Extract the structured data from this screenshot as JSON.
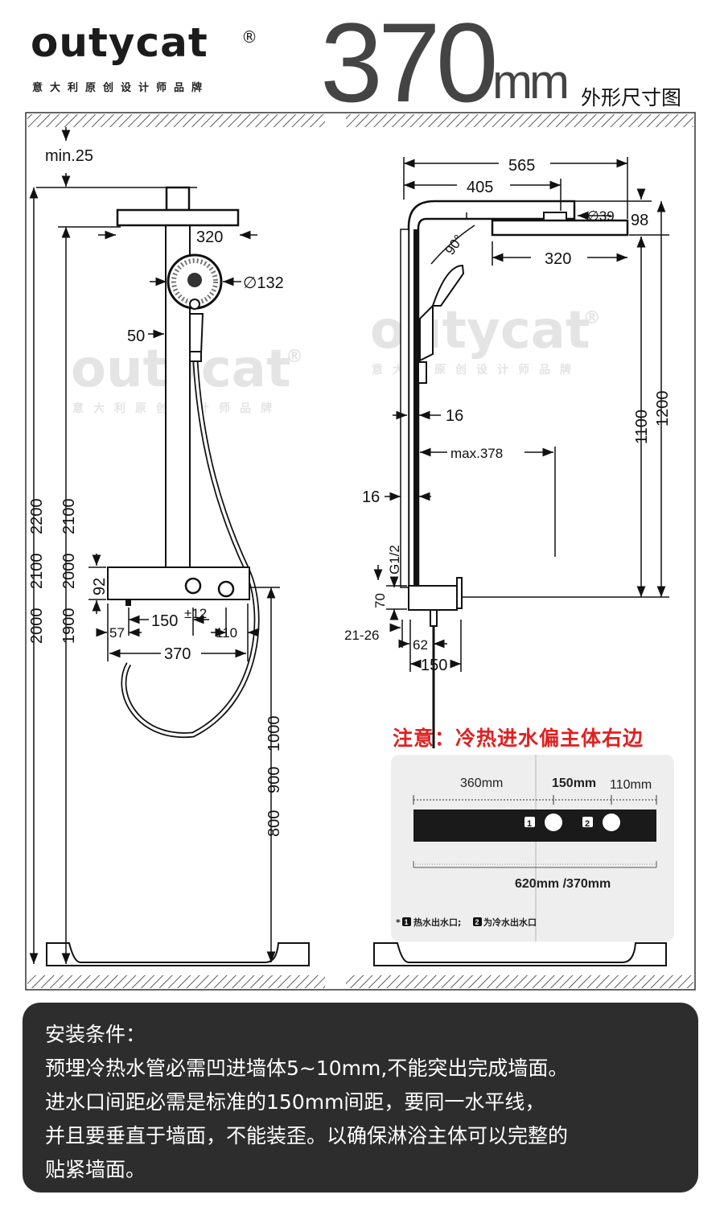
{
  "header": {
    "logo": "outycat",
    "logo_mark": "®",
    "tagline": "意大利原创设计师品牌",
    "big_number": "370",
    "big_unit": "mm",
    "title": "外形尺寸图"
  },
  "front_view": {
    "labels": {
      "min_clearance": "min.25",
      "head_width": "320",
      "handheld_diameter": "∅132",
      "rail_offset": "50",
      "body_height": "92",
      "inlet_spacing": "150",
      "inlet_spacing_tolerance": "±12",
      "left_inlet_offset": "57",
      "right_inlet_offset": "110",
      "body_width": "370"
    },
    "vertical_labels": [
      "2000",
      "2100",
      "2200",
      "1900",
      "2000",
      "2100",
      "1000",
      "900",
      "800"
    ]
  },
  "side_view": {
    "labels": {
      "arm_length_total": "565",
      "arm_length": "405",
      "arm_diameter": "∅39",
      "head_height": "98",
      "arm_angle": "90°",
      "head_width": "320",
      "rail_depth_top": "16",
      "handheld_reach": "max.378",
      "rail_depth_bottom": "16",
      "thread": "G1/2",
      "body_height": "70",
      "wall_offset": "21-26",
      "body_depth": "62",
      "body_depth_total": "150",
      "rail_height_a": "1100",
      "rail_height_b": "1200"
    }
  },
  "watermark": {
    "brand": "outycat",
    "mark": "®",
    "tagline": "意大利原创设计师品牌"
  },
  "notice": {
    "text": "注意：冷热进水偏主体右边",
    "panel": {
      "left_dim": "360mm",
      "mid_dim": "150mm",
      "right_dim": "110mm",
      "total_dim": "620mm /370mm",
      "badge_1": "1",
      "badge_2": "2",
      "footnote_prefix": "*",
      "footnote_1": "热水出水口;",
      "footnote_2": "为冷水出水口"
    }
  },
  "install": {
    "title": "安装条件：",
    "lines": [
      "预埋冷热水管必需凹进墙体5~10mm,不能突出完成墙面。",
      "进水口间距必需是标准的150mm间距，要同一水平线，",
      "并且要垂直于墙面，不能装歪。以确保淋浴主体可以完整的",
      "贴紧墙面。"
    ]
  }
}
